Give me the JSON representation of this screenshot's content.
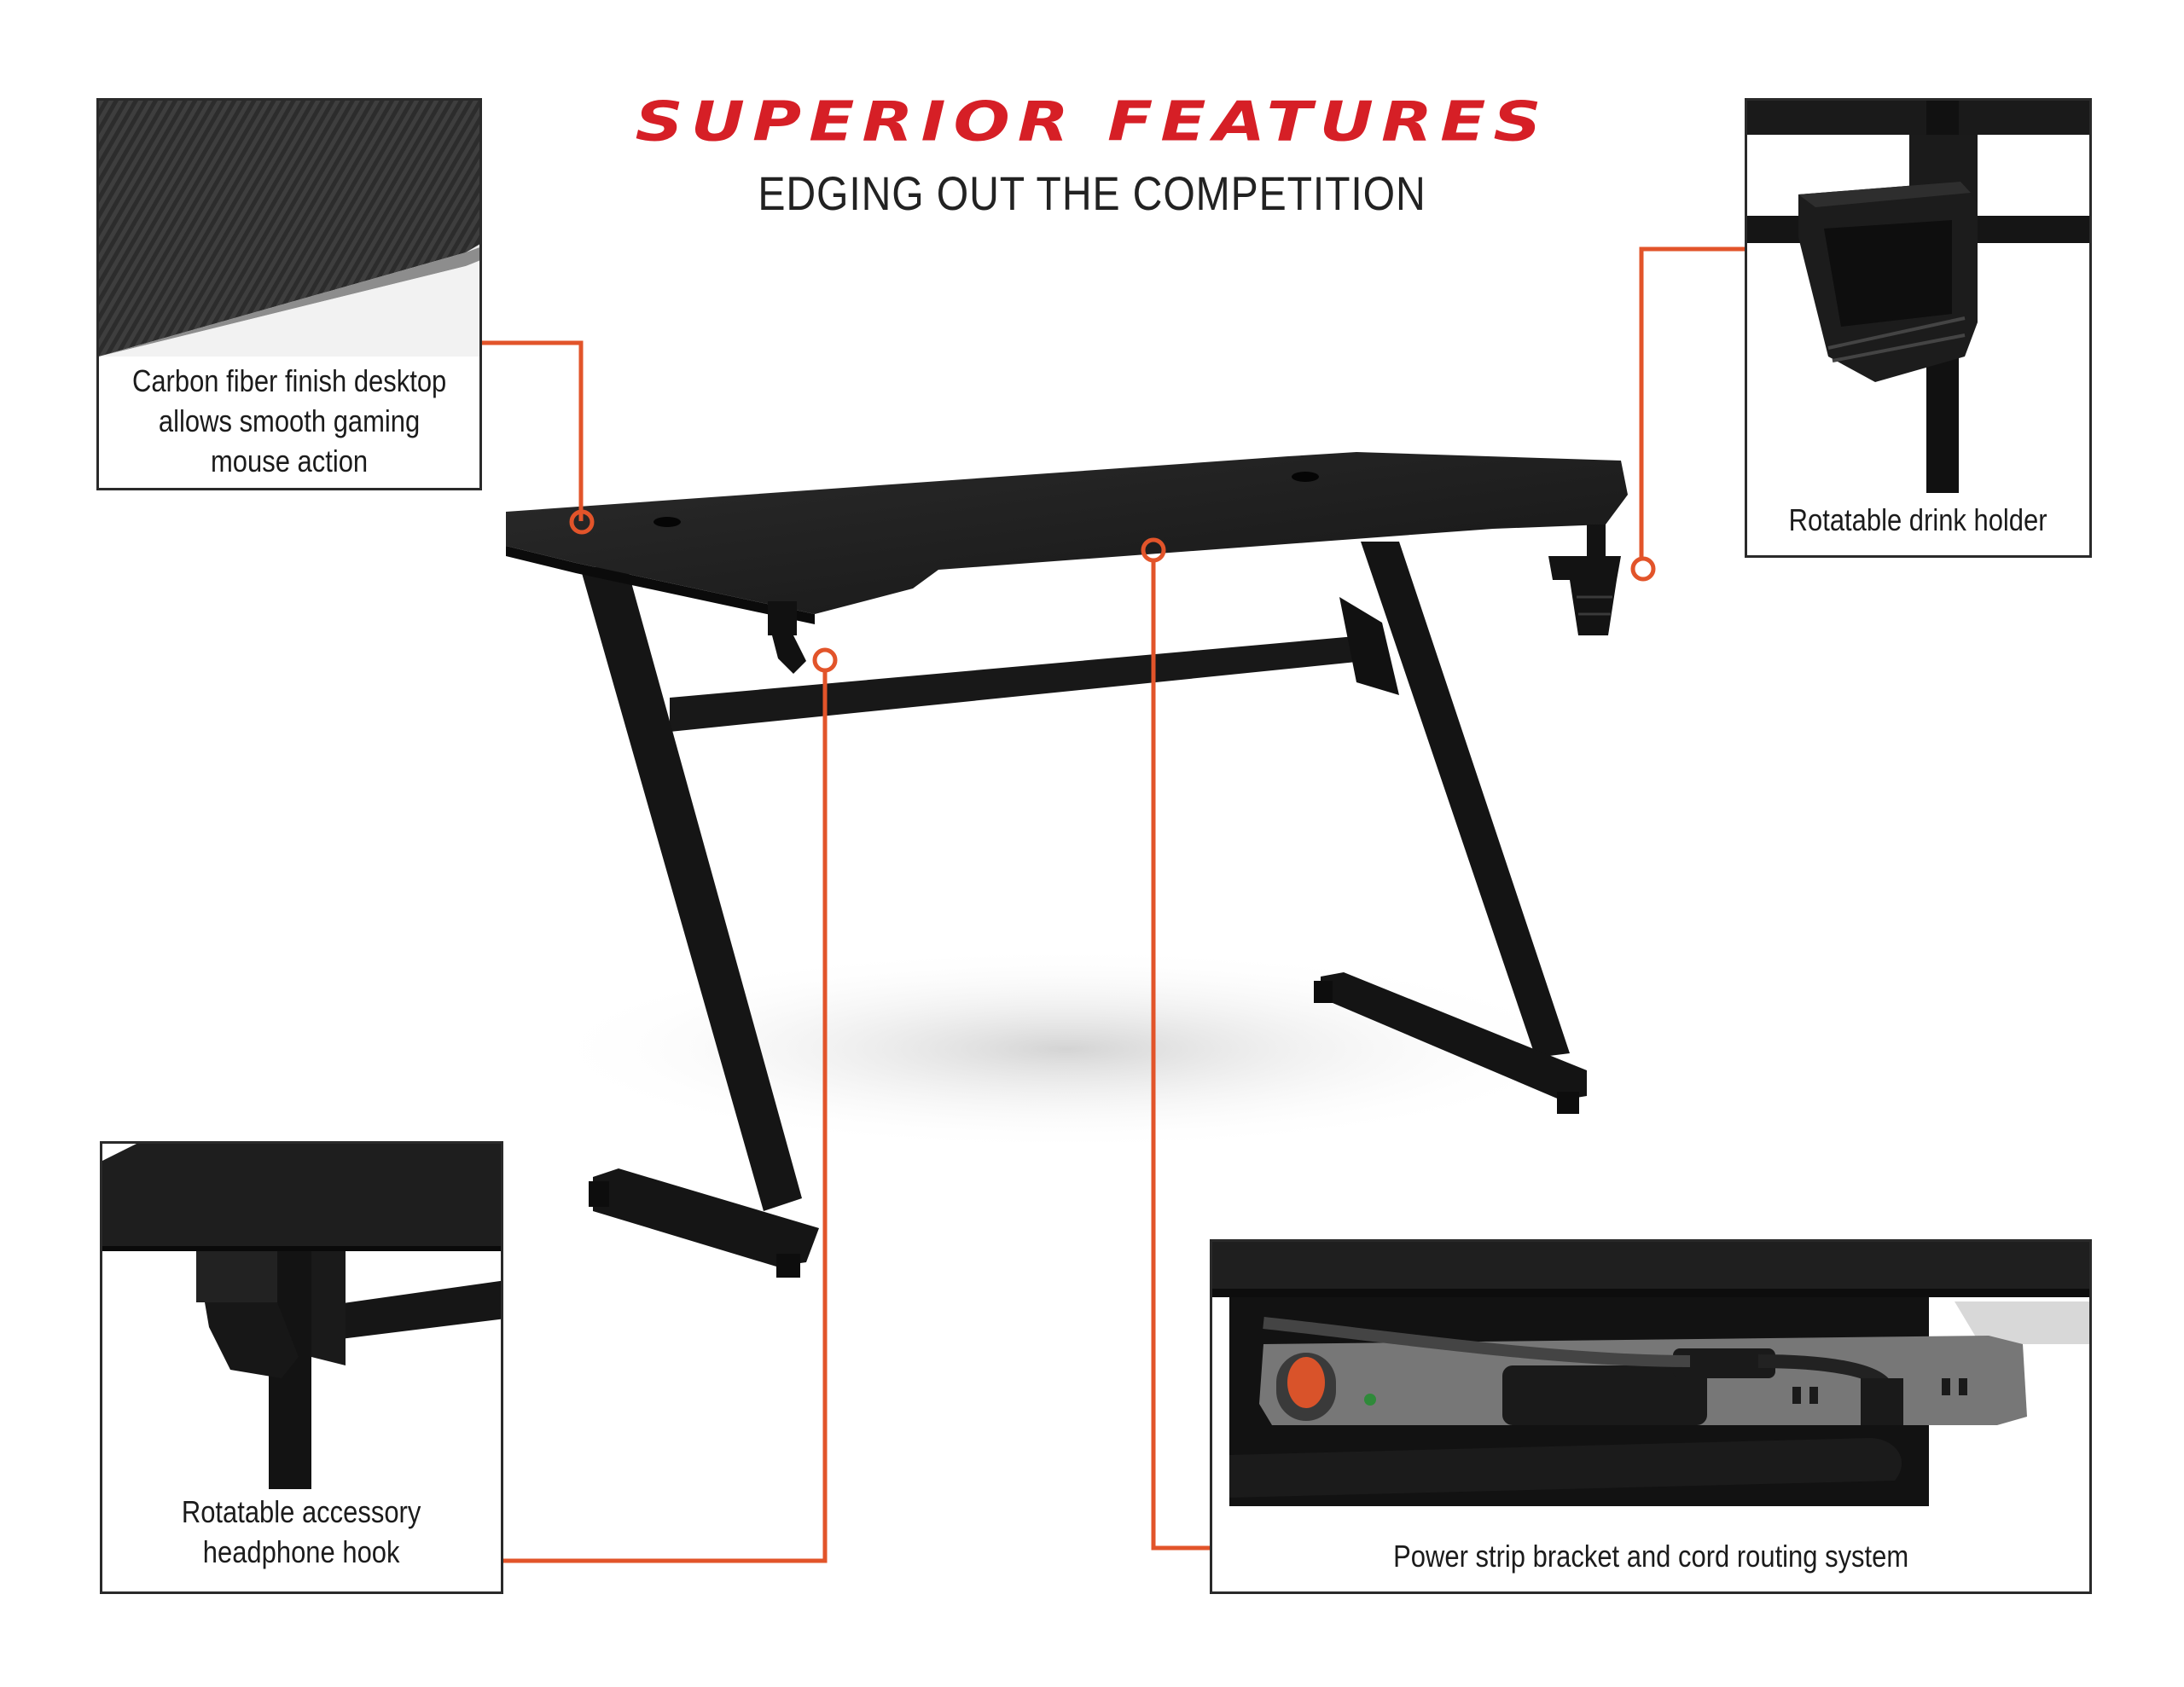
{
  "header": {
    "title": "SUPERIOR FEATURES",
    "subtitle": "EDGING OUT THE COMPETITION"
  },
  "features": {
    "carbon": {
      "caption_lines": [
        "Carbon fiber finish desktop",
        "allows smooth gaming",
        "mouse action"
      ]
    },
    "drink": {
      "caption": "Rotatable drink holder"
    },
    "headphone": {
      "caption_lines": [
        "Rotatable accessory",
        "headphone hook"
      ]
    },
    "power": {
      "caption": "Power strip bracket and cord routing system"
    }
  },
  "colors": {
    "title_red": "#d61f26",
    "callout_orange": "#e2542a",
    "desk_black": "#1a1a1a"
  }
}
